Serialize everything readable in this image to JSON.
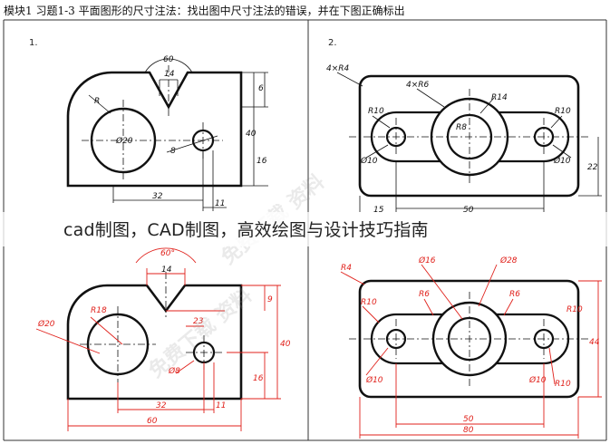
{
  "header": {
    "title": "模块1  习题1-3   平面图形的尺寸注法：找出图中尺寸注法的错误，并在下图正确标出"
  },
  "panels": [
    {
      "label": "1."
    },
    {
      "label": "2."
    }
  ],
  "drawing1_wrong": {
    "dims": [
      "60",
      "14",
      "R",
      "6",
      "Ø20",
      "40",
      "8",
      "16",
      "32",
      "11"
    ]
  },
  "drawing2_wrong": {
    "dims": [
      "4×R4",
      "4×R6",
      "R14",
      "R10",
      "R8",
      "Ø10",
      "Ø10",
      "R10",
      "22",
      "15",
      "50"
    ]
  },
  "drawing1_correct": {
    "dims": [
      "60°",
      "14",
      "R18",
      "9",
      "23",
      "Ø20",
      "40",
      "Ø8",
      "16",
      "32",
      "11",
      "60"
    ]
  },
  "drawing2_correct": {
    "dims": [
      "R4",
      "Ø16",
      "Ø28",
      "R10",
      "R6",
      "R6",
      "R10",
      "Ø10",
      "Ø10",
      "R10",
      "44",
      "50",
      "80"
    ]
  },
  "overlay": {
    "text": "cad制图，CAD制图，高效绘图与设计技巧指南"
  },
  "watermark": {
    "text": "免费下载 资料"
  },
  "colors": {
    "line": "#111111",
    "correction": "#e0211b",
    "grid": "#333333"
  }
}
